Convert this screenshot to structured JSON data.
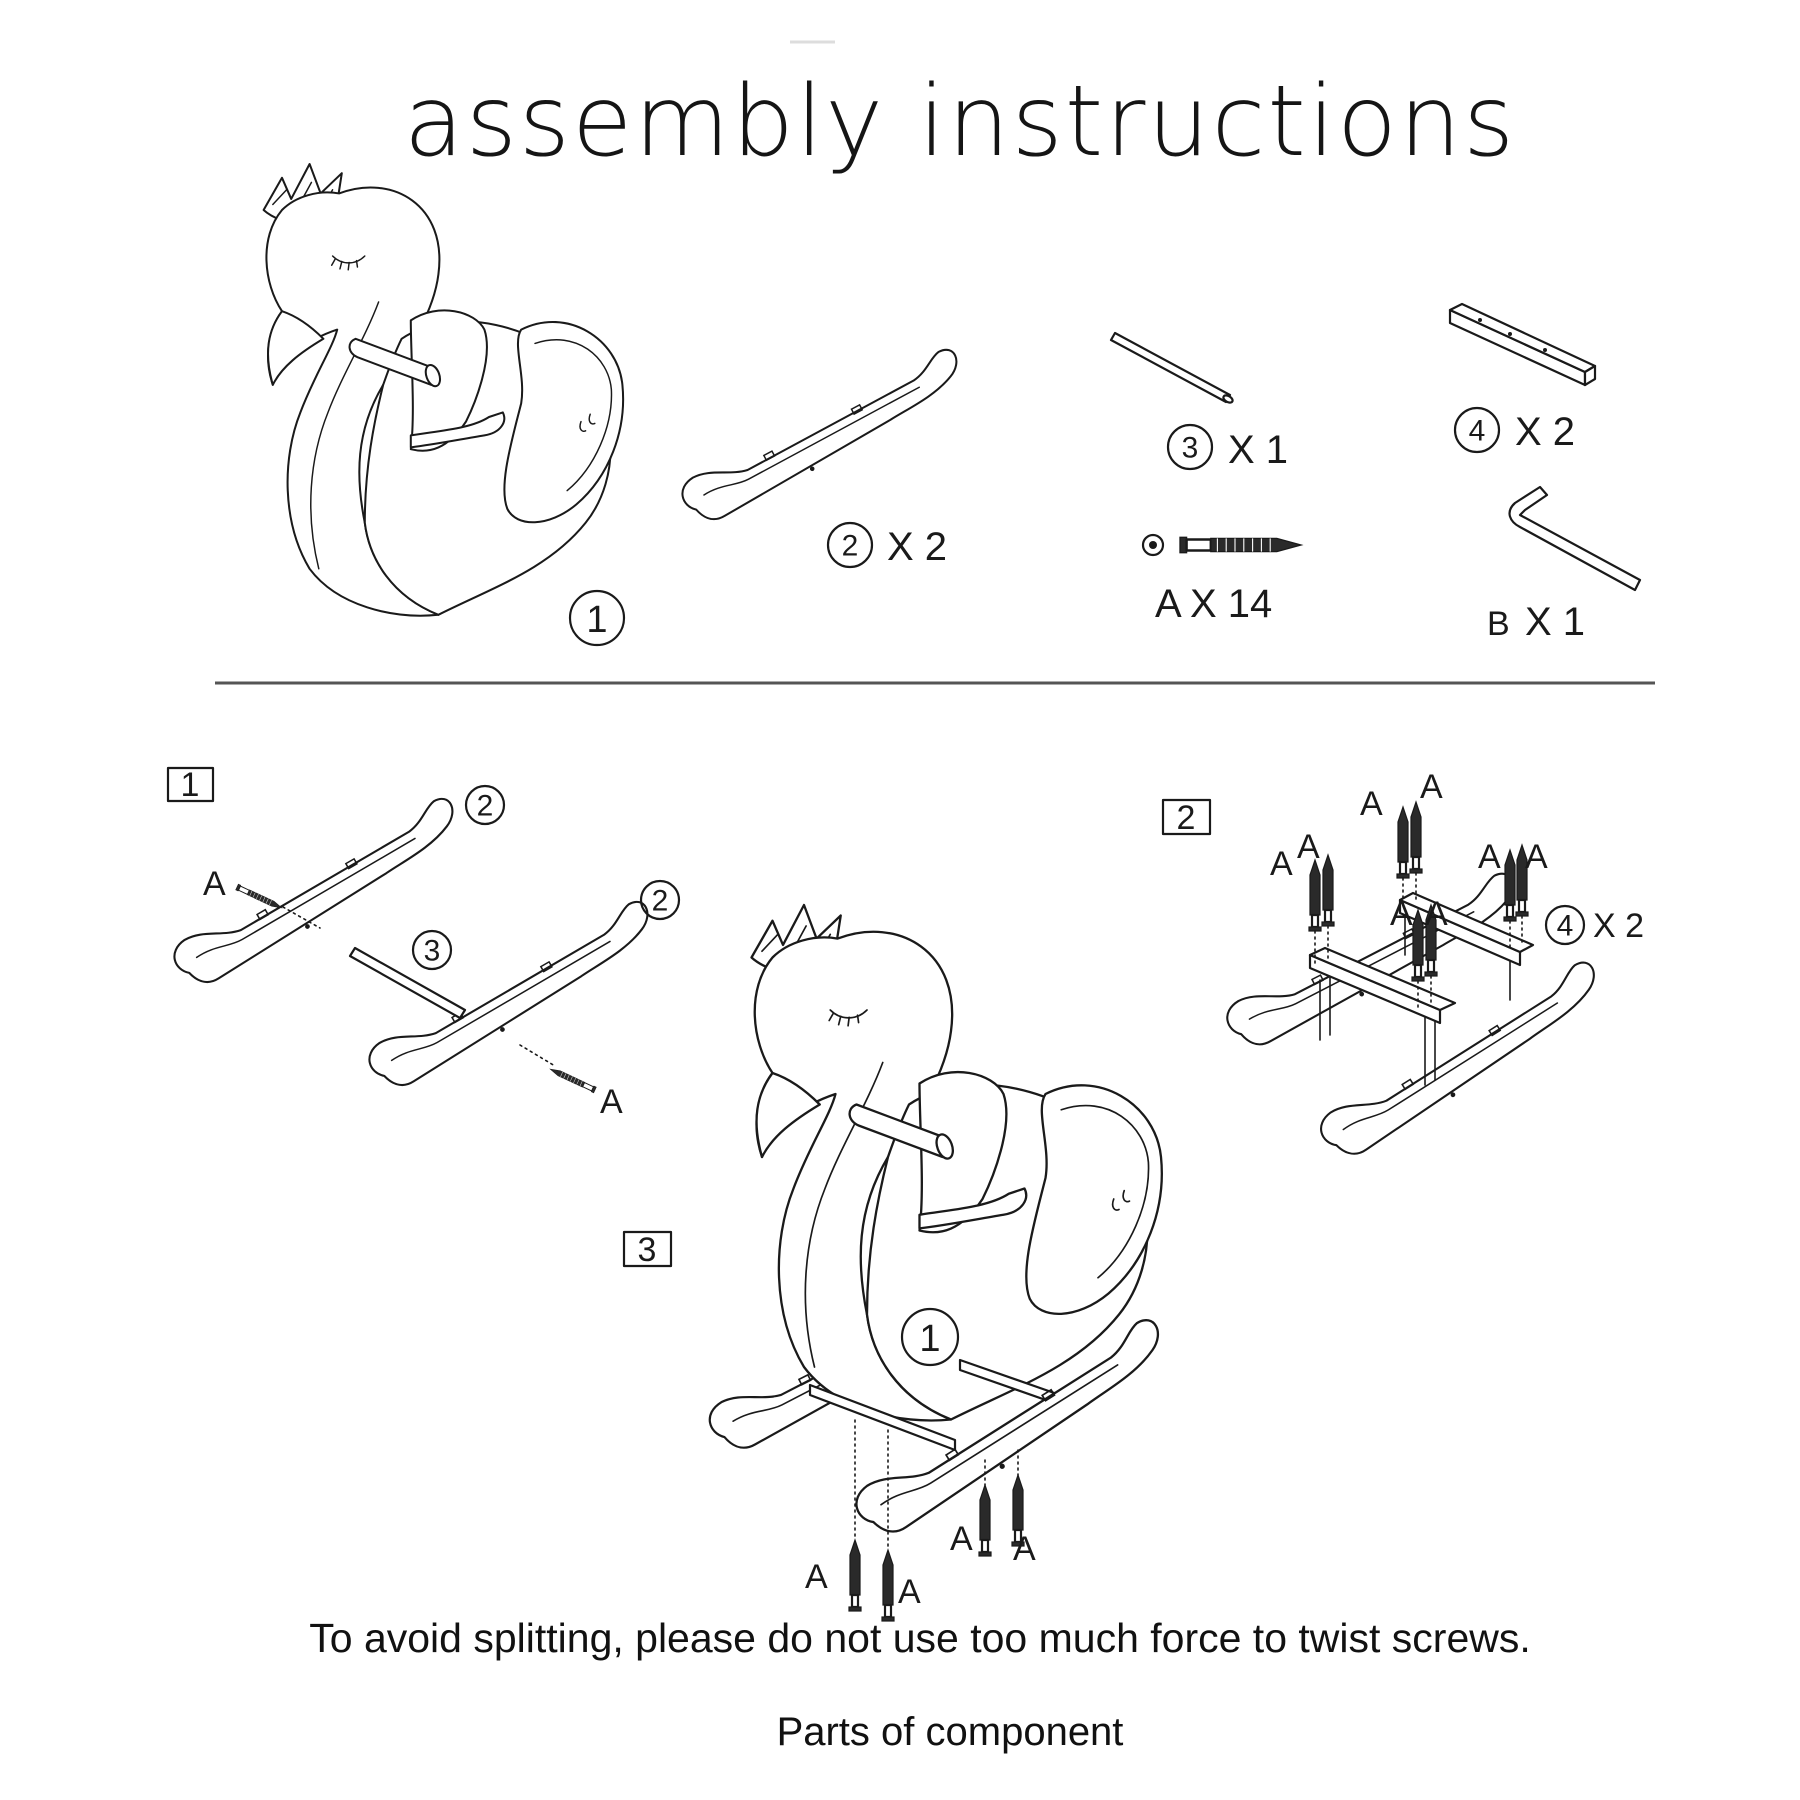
{
  "title": "assembly instructions",
  "parts": {
    "swan_body": {
      "number": "1"
    },
    "rocker": {
      "number": "2",
      "qty": "X 2"
    },
    "dowel": {
      "number": "3",
      "qty": "X 1"
    },
    "cross_bar": {
      "number": "4",
      "qty": "X 2"
    },
    "screw": {
      "letter": "A",
      "qty": "X 14"
    },
    "hex_key": {
      "letter": "B",
      "qty": "X 1"
    }
  },
  "steps": {
    "step1": {
      "number": "1",
      "labels": {
        "rocker_a": "2",
        "rocker_b": "2",
        "dowel": "3",
        "screw_left": "A",
        "screw_right": "A"
      }
    },
    "step2": {
      "number": "2",
      "labels": {
        "bar": "4",
        "bar_qty": "X 2",
        "screw": "A"
      }
    },
    "step3": {
      "number": "3",
      "labels": {
        "body": "1",
        "screw": "A"
      }
    }
  },
  "warning": "To avoid splitting, please do not use too much force to twist screws.",
  "caption": "Parts of component",
  "colors": {
    "ink": "#1a1a1a",
    "background": "#ffffff",
    "divider": "#555555"
  }
}
